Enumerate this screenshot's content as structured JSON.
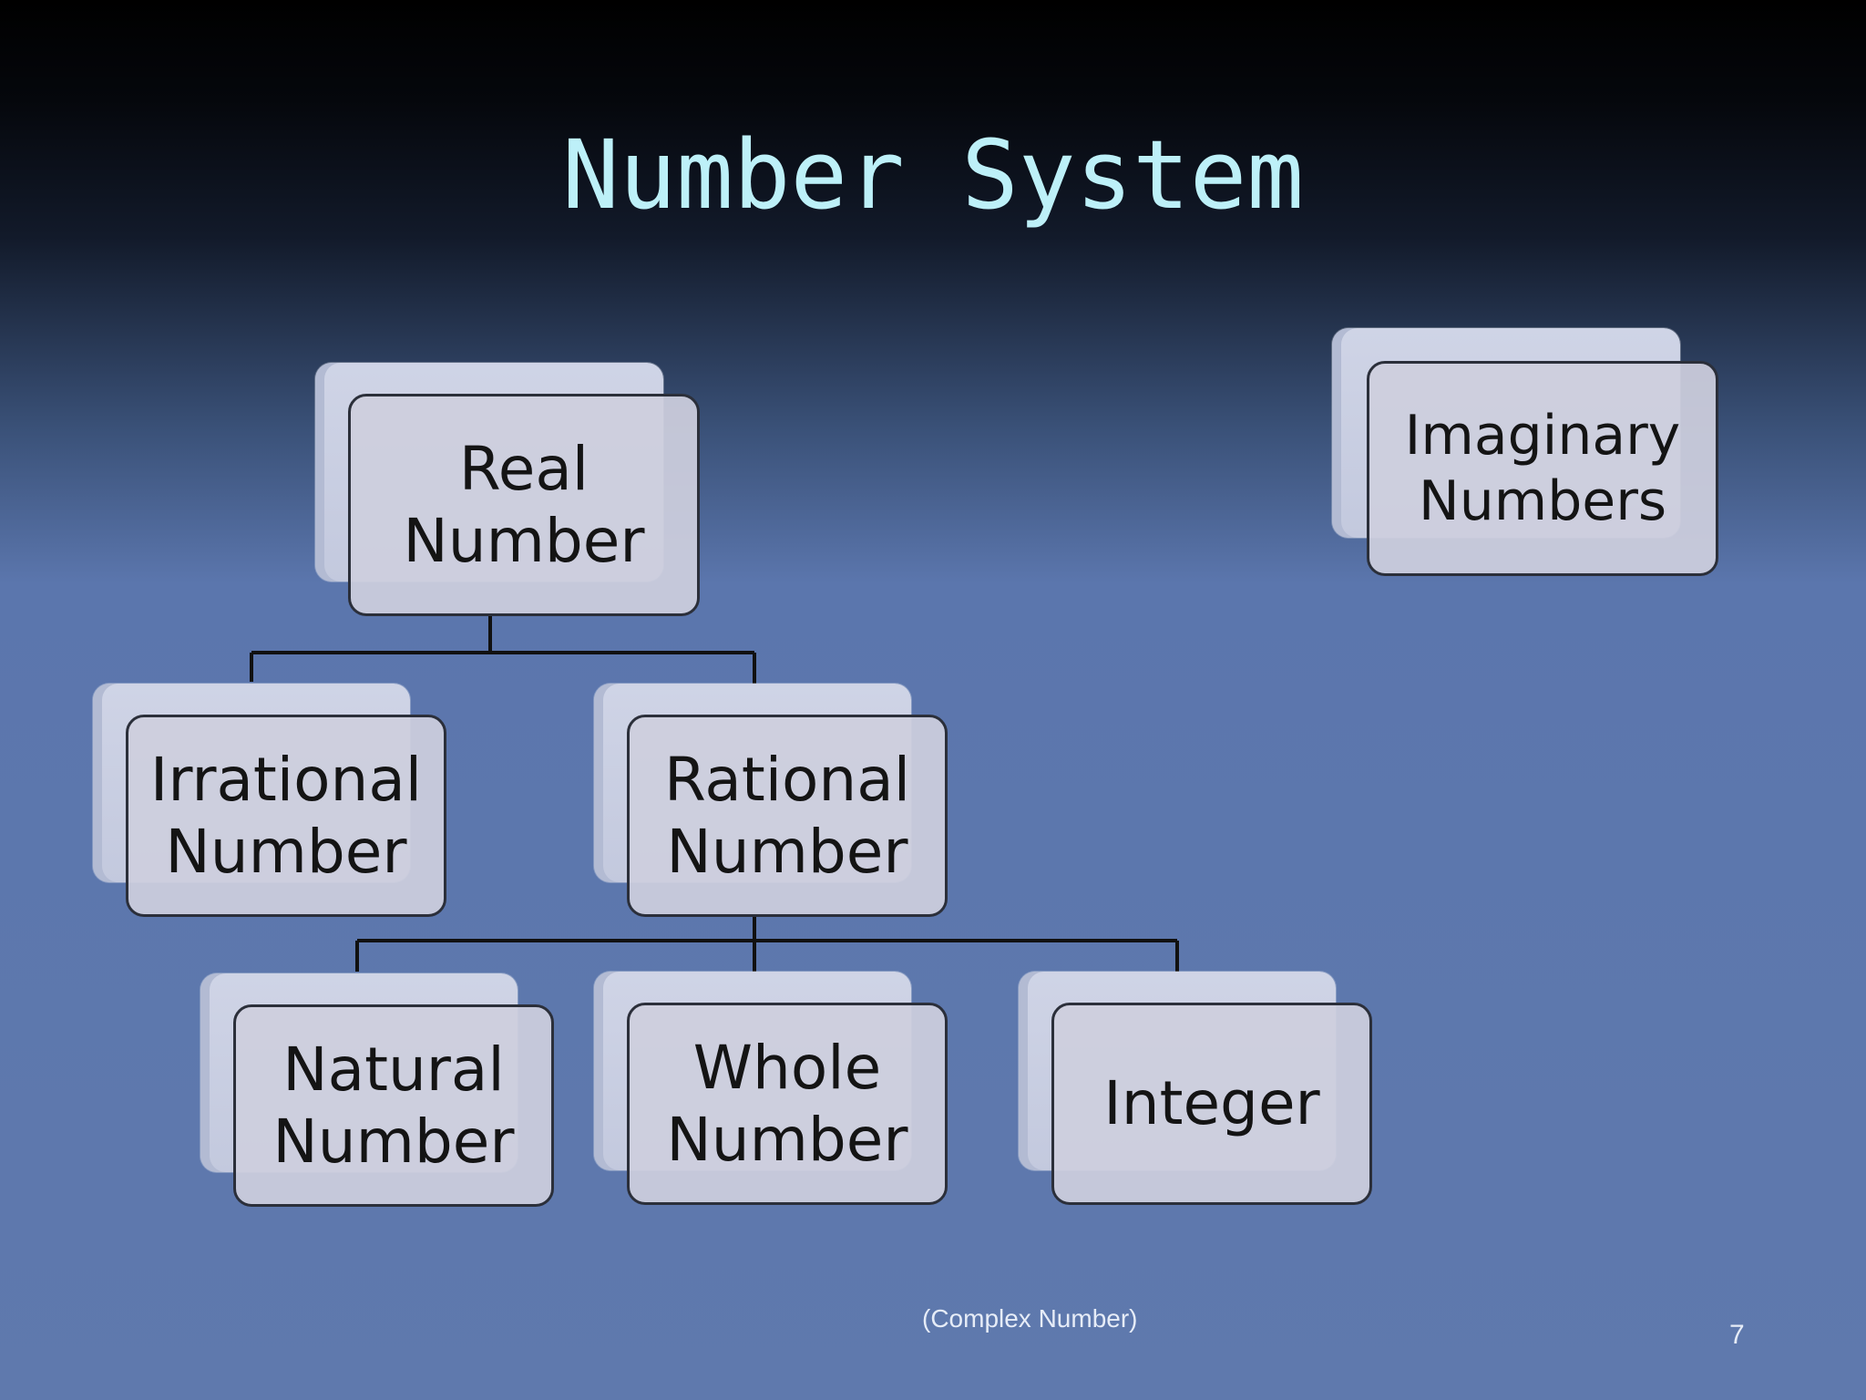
{
  "slide": {
    "title": "Number System",
    "footer_caption": "(Complex Number)",
    "page_number": "7"
  },
  "diagram": {
    "nodes": {
      "real": "Real\nNumber",
      "imaginary": "Imaginary\nNumbers",
      "irrational": "Irrational\nNumber",
      "rational": "Rational\nNumber",
      "natural": "Natural\nNumber",
      "whole": "Whole\nNumber",
      "integer": "Integer"
    },
    "edges": [
      [
        "real",
        "irrational"
      ],
      [
        "real",
        "rational"
      ],
      [
        "rational",
        "natural"
      ],
      [
        "rational",
        "whole"
      ],
      [
        "rational",
        "integer"
      ]
    ]
  },
  "colors": {
    "title": "#bdf0f8",
    "box_fill": "#cdcfde",
    "box_border": "#2b2f3a",
    "connector": "#111111"
  }
}
